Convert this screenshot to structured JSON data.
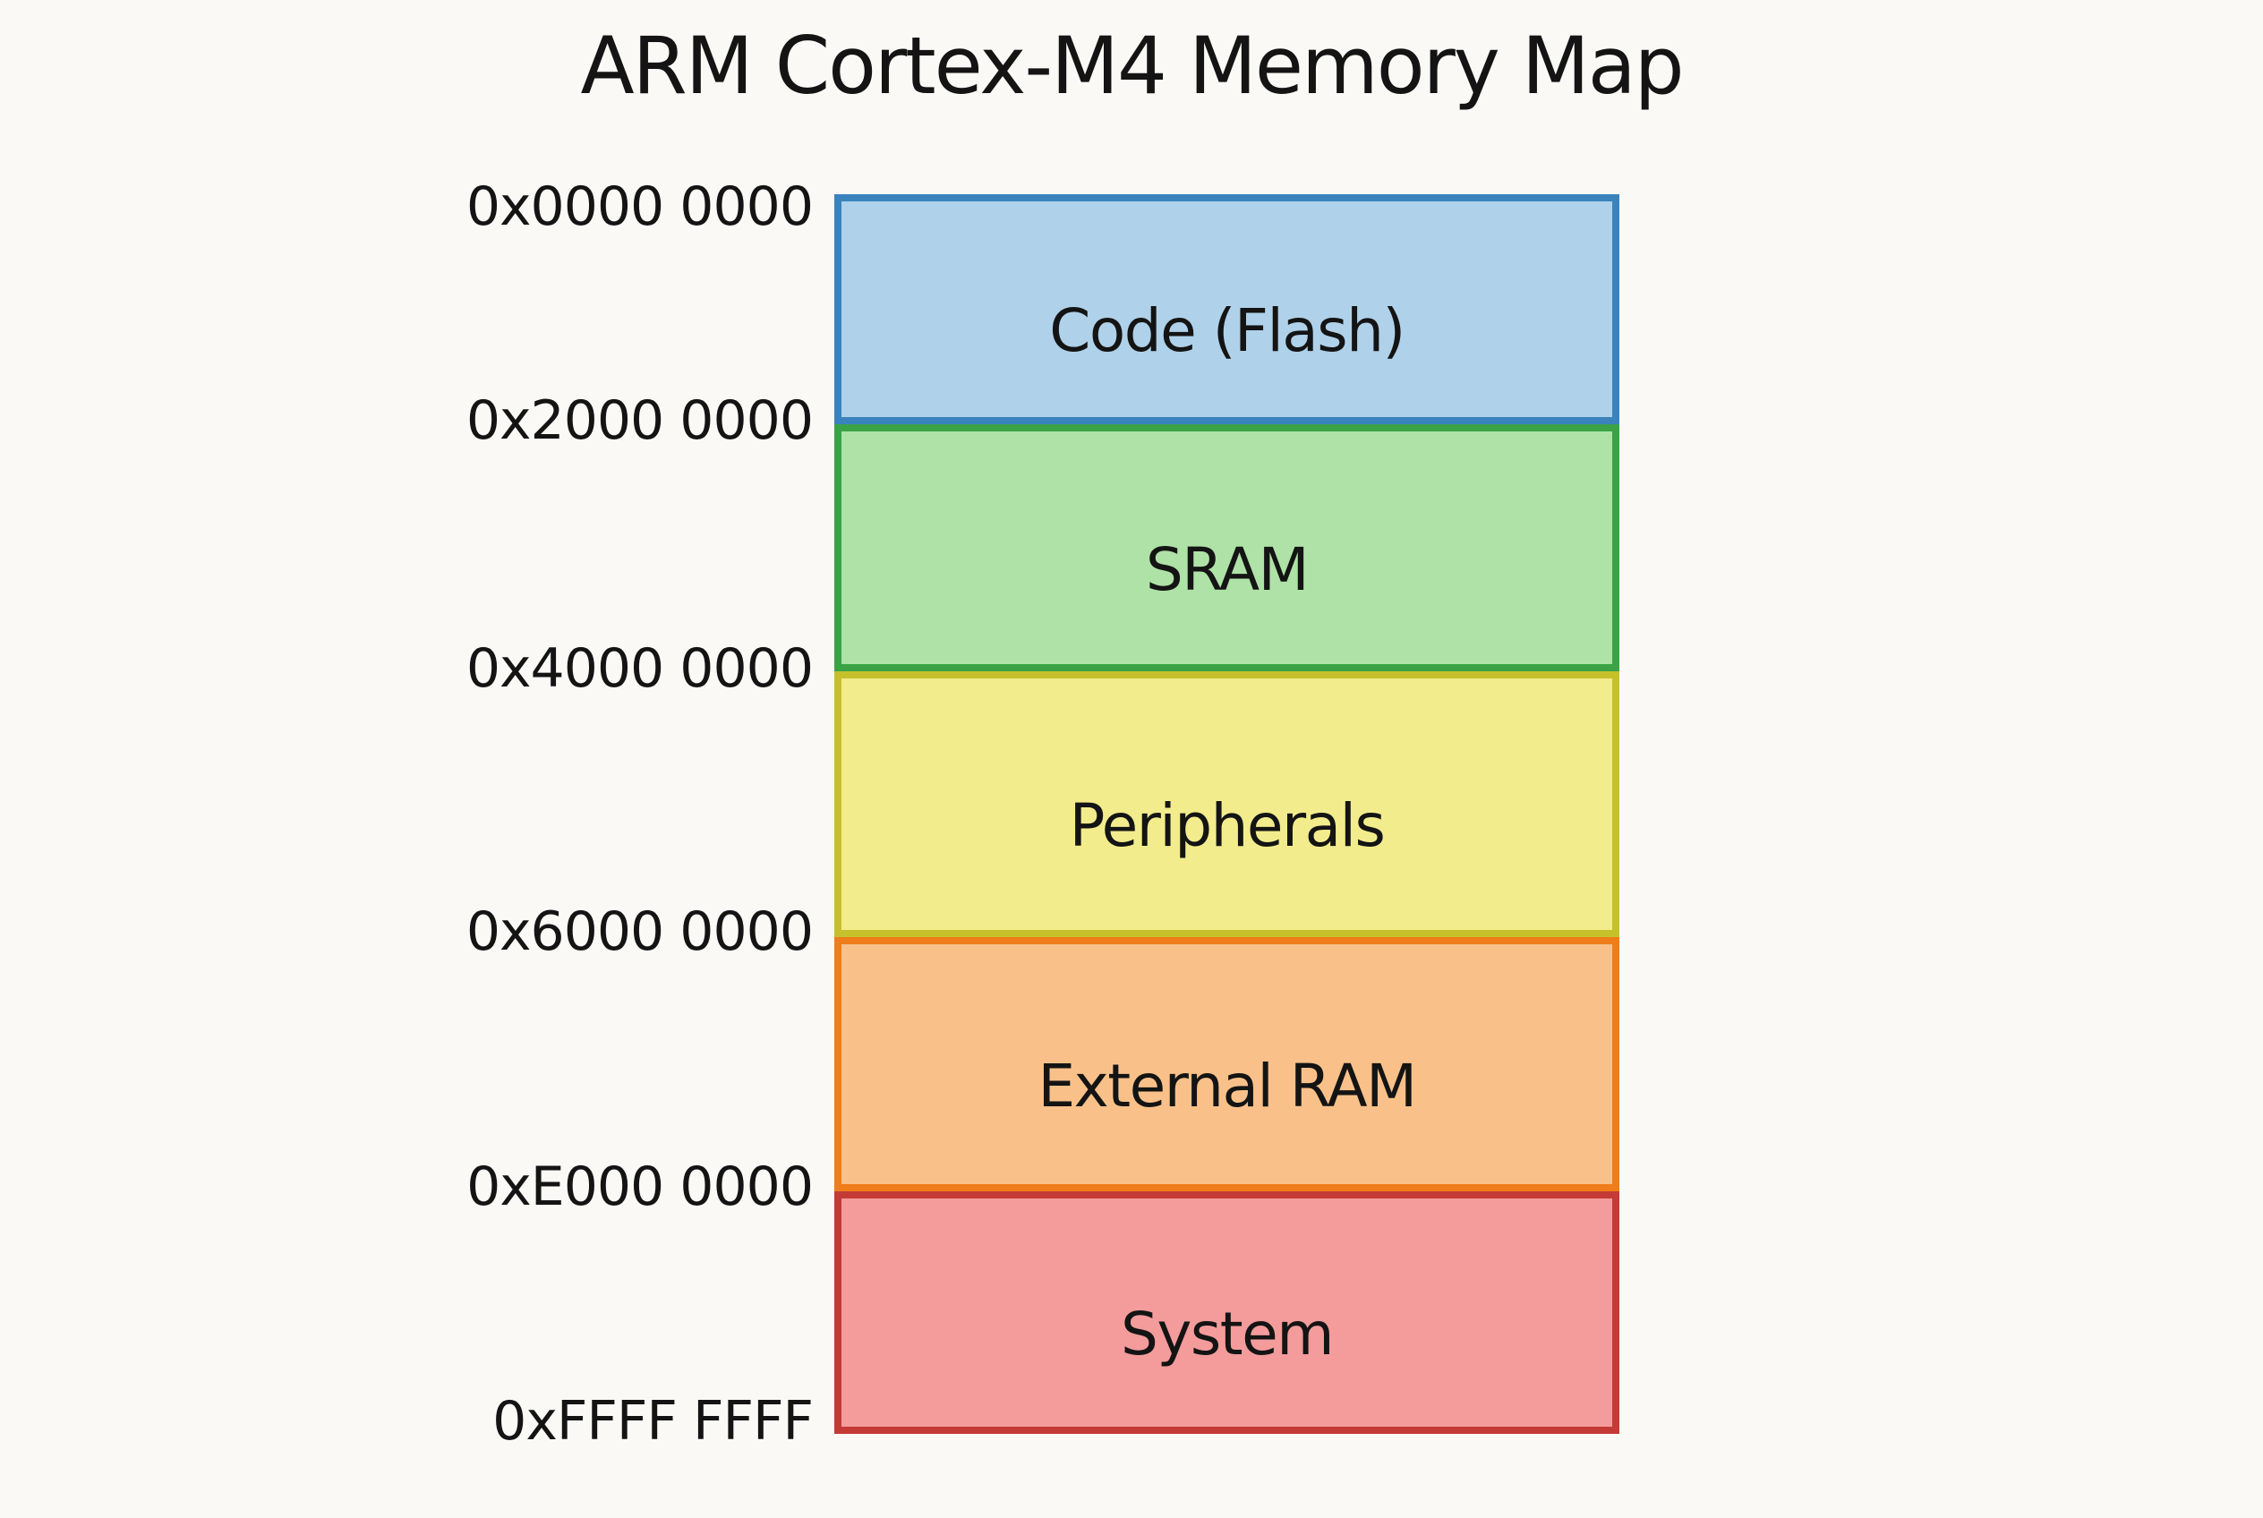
{
  "title": "ARM Cortex-M4 Memory Map",
  "background_color": "#faf9f5",
  "text_color": "#141414",
  "memory_map": {
    "regions": [
      {
        "label": "Code (Flash)",
        "start_address": "0x0000 0000",
        "end_address": "0x2000 0000",
        "fill_color": "#afd1ea",
        "border_color": "#3a83bd"
      },
      {
        "label": "SRAM",
        "start_address": "0x2000 0000",
        "end_address": "0x4000 0000",
        "fill_color": "#aee2a6",
        "border_color": "#3ba246"
      },
      {
        "label": "Peripherals",
        "start_address": "0x4000 0000",
        "end_address": "0x6000 0000",
        "fill_color": "#f2ec8d",
        "border_color": "#c6c02b"
      },
      {
        "label": "External RAM",
        "start_address": "0x6000 0000",
        "end_address": "0xE000 0000",
        "fill_color": "#f9c189",
        "border_color": "#ee7d1a"
      },
      {
        "label": "System",
        "start_address": "0xE000 0000",
        "end_address": "0xFFFF FFFF",
        "fill_color": "#f39c9b",
        "border_color": "#c43a36"
      }
    ],
    "address_labels": [
      "0x0000 0000",
      "0x2000 0000",
      "0x4000 0000",
      "0x6000 0000",
      "0xE000 0000",
      "0xFFFF FFFF"
    ]
  }
}
